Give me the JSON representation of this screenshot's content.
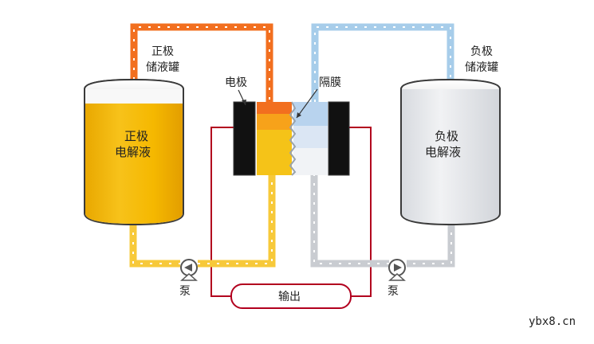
{
  "diagram": {
    "title": "",
    "labels": {
      "positive_tank": [
        "正极",
        "储液罐"
      ],
      "negative_tank": [
        "负极",
        "储液罐"
      ],
      "positive_electrolyte": [
        "正极",
        "电解液"
      ],
      "negative_electrolyte": [
        "负极",
        "电解液"
      ],
      "electrode": "电极",
      "membrane": "隔膜",
      "pump_left": "泵",
      "pump_right": "泵",
      "output": "输出"
    },
    "watermark": "ybx8.cn"
  },
  "colors": {
    "positive_fill": "#f5b800",
    "positive_fill_dark": "#f08a12",
    "negative_fill": "#e6e8ec",
    "positive_pipe": "#f7c93a",
    "positive_return_pipe": "#f26f1f",
    "negative_pipe": "#a7cdea",
    "negative_return_pipe": "#c9ccd1",
    "electrode": "#111111",
    "membrane_blue": "#b8d3ee",
    "wire": "#b2001e"
  }
}
